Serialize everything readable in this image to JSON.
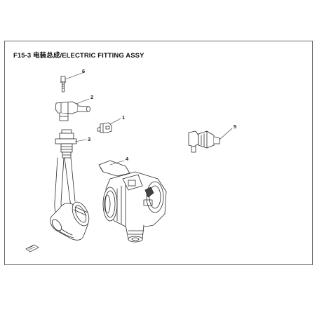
{
  "page": {
    "title": "F15-3 电装总成/ELECTRIC FITTING ASSY"
  },
  "callouts": [
    {
      "id": "1",
      "label": "1"
    },
    {
      "id": "2",
      "label": "2"
    },
    {
      "id": "3",
      "label": "3"
    },
    {
      "id": "4",
      "label": "4"
    },
    {
      "id": "5",
      "label": "5"
    },
    {
      "id": "6",
      "label": "6"
    }
  ],
  "colors": {
    "line": "#2a2a2a",
    "frame": "#6a6a6a"
  }
}
